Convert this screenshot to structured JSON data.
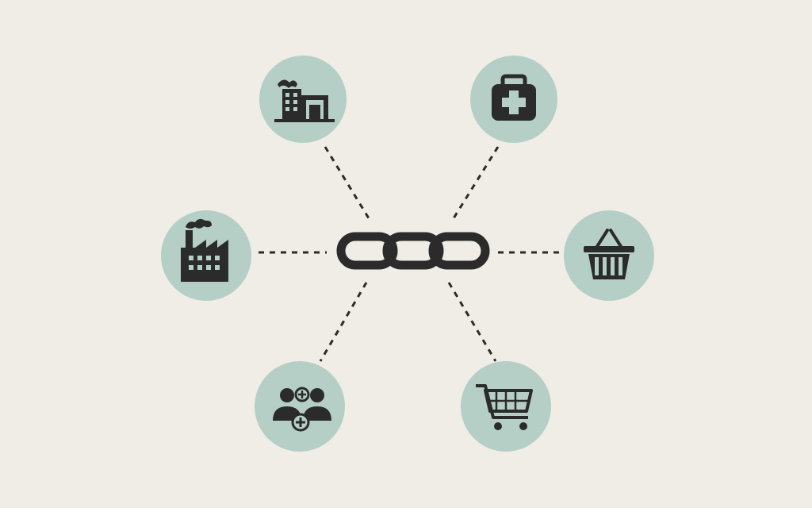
{
  "diagram": {
    "hub": {
      "icon": "chain-link-icon"
    },
    "nodes": [
      {
        "id": "office-building",
        "icon": "office-building-icon"
      },
      {
        "id": "medical-kit",
        "icon": "medical-kit-icon"
      },
      {
        "id": "factory",
        "icon": "factory-icon"
      },
      {
        "id": "shopping-basket",
        "icon": "shopping-basket-icon"
      },
      {
        "id": "patients",
        "icon": "patients-plus-icon"
      },
      {
        "id": "shopping-cart",
        "icon": "shopping-cart-icon"
      }
    ]
  },
  "colors": {
    "background": "#efede5",
    "node_fill": "#b5cfc7",
    "icon": "#2b2b2b",
    "connector": "#2b2b2b"
  }
}
